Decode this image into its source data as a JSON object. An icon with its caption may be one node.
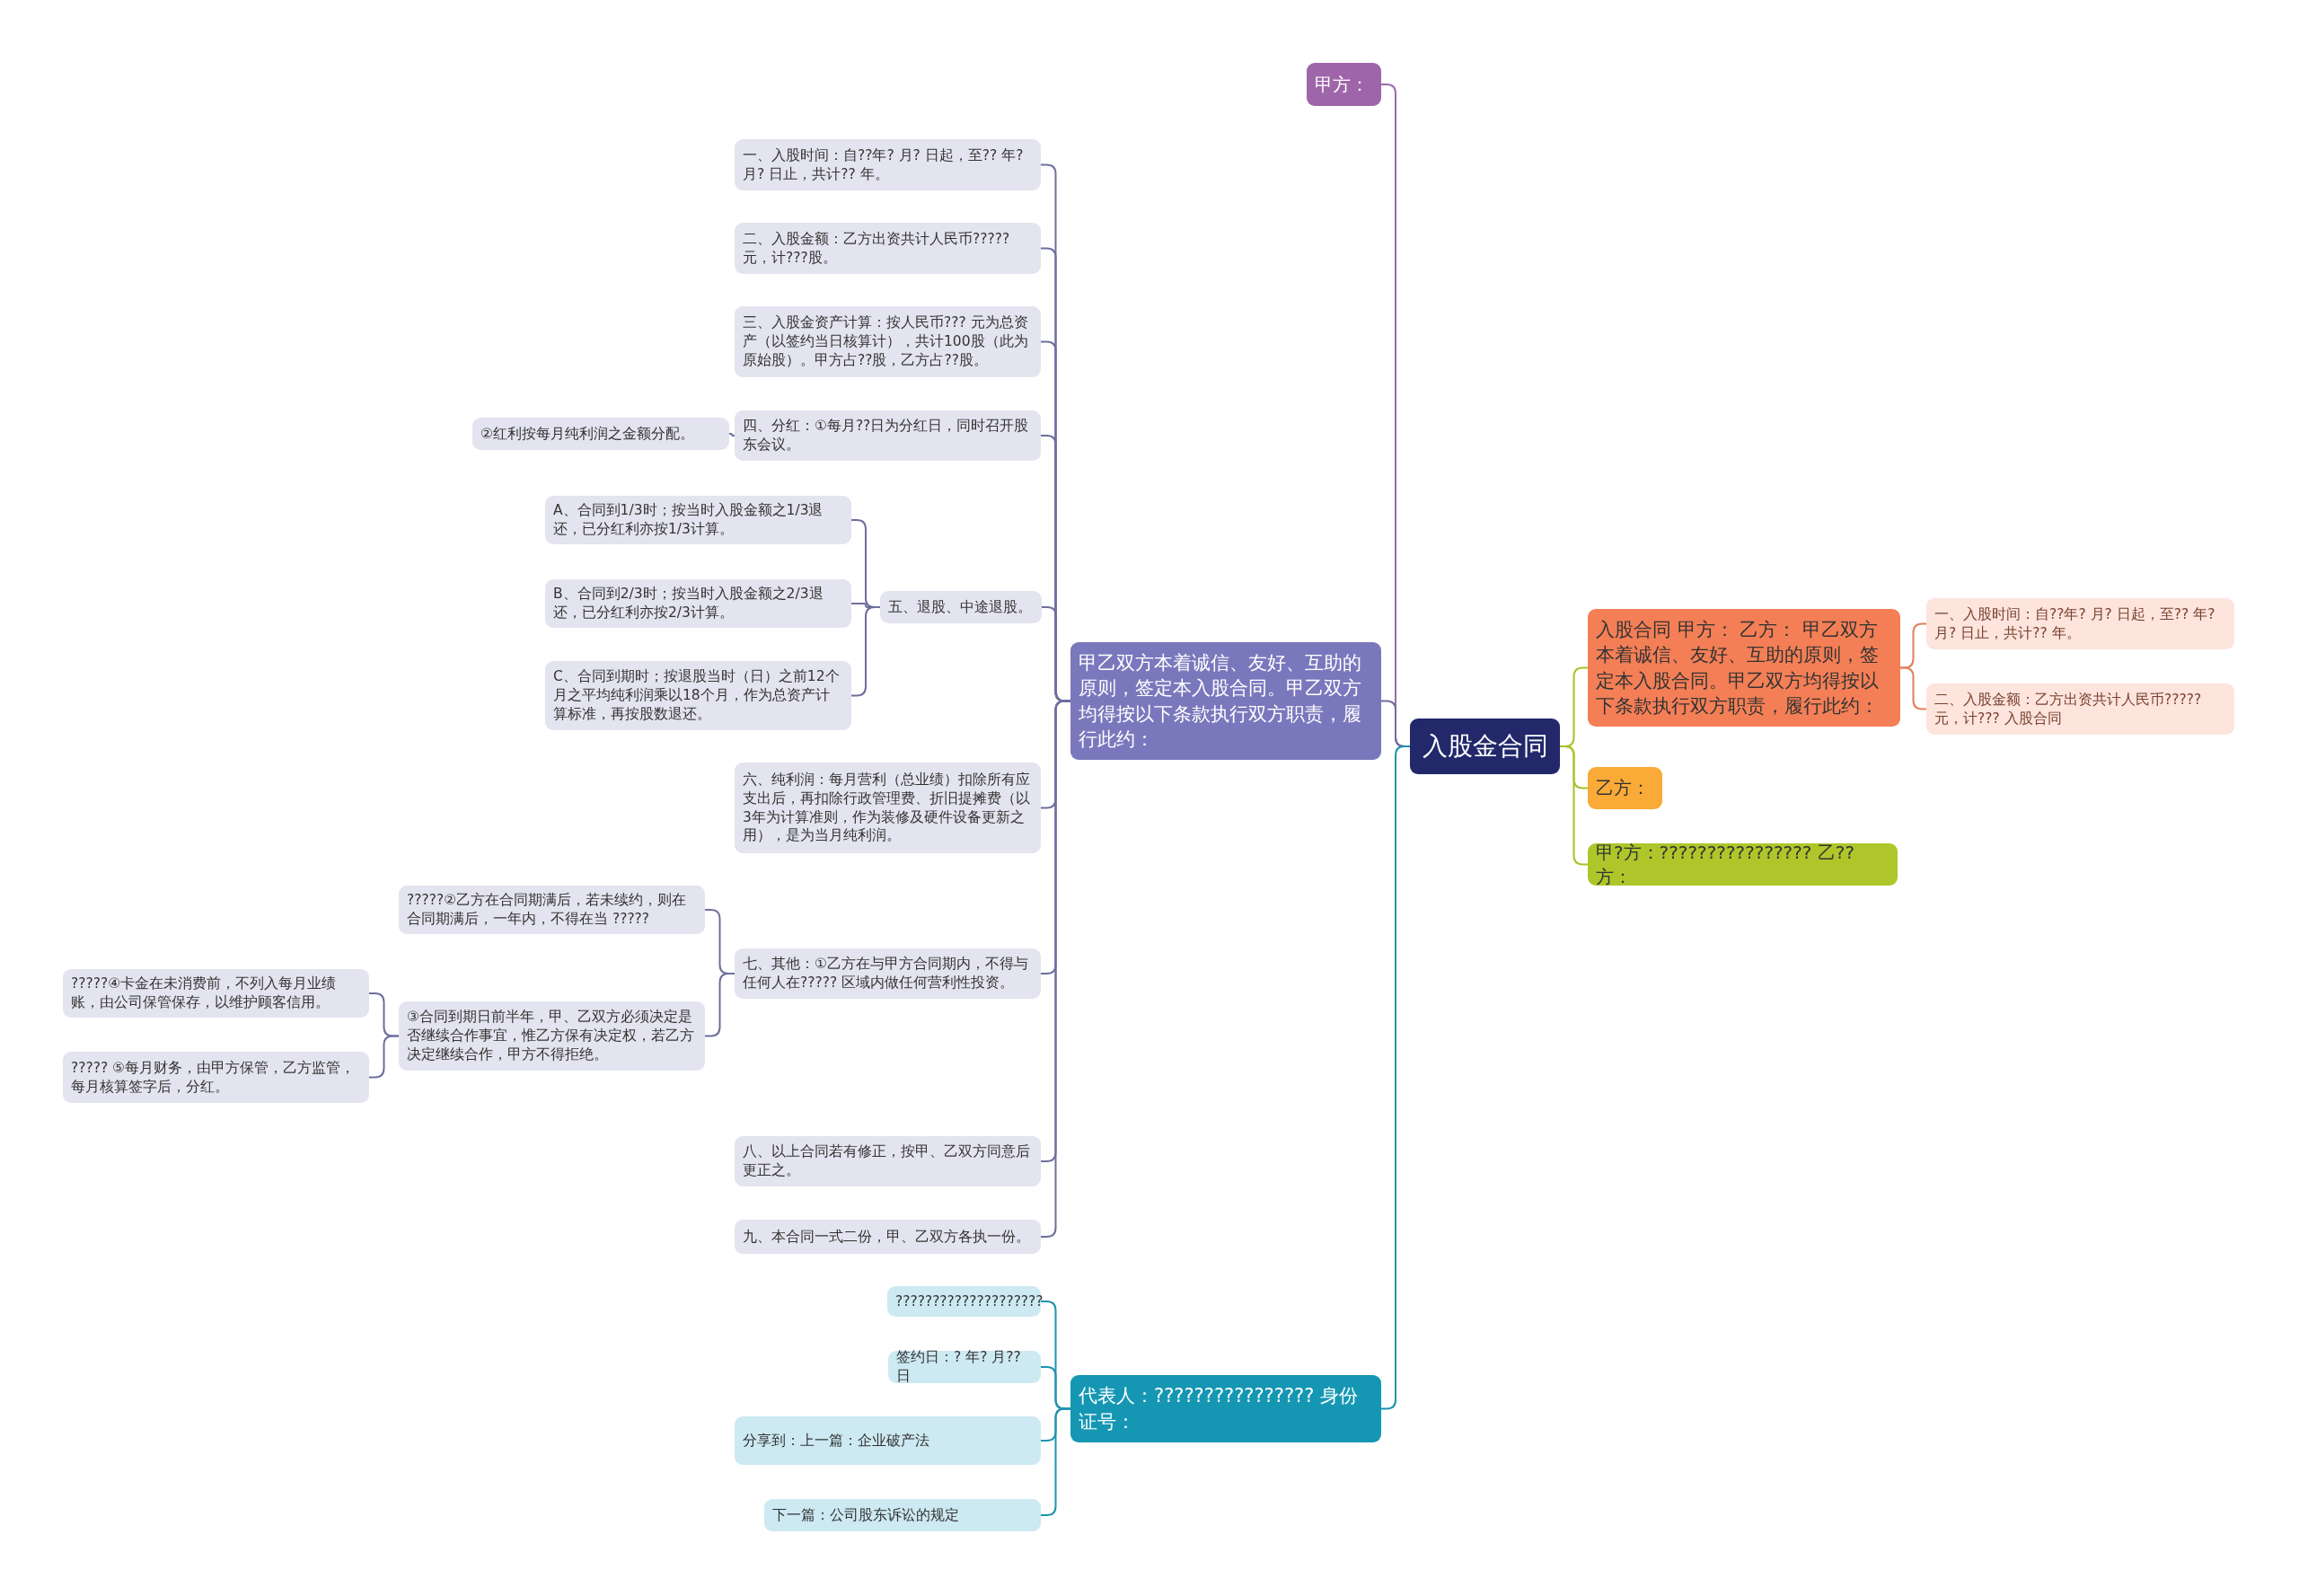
{
  "diagram": {
    "nodes": [
      {
        "text": [
          "入股金合同"
        ]
      },
      {
        "text": [
          "甲方："
        ]
      },
      {
        "text": [
          "甲乙双方本着诚信、友好、互助的原则，签定本入股合同。甲乙双方均得按以下条款执行双方职责，履行此约："
        ]
      },
      {
        "text": [
          "一、入股时间：自??年? 月? 日起，至?? 年? 月? 日止，共计?? 年。"
        ]
      },
      {
        "text": [
          "二、入股金额：乙方出资共计人民币?????元，计???股。"
        ]
      },
      {
        "text": [
          "三、入股金资产计算：按人民币??? 元为总资产（以签约当日核算计），共计100股（此为原始股）。甲方占??股，乙方占??股。"
        ]
      },
      {
        "text": [
          "四、分红：①每月??日为分红日，同时召开股东会议。"
        ]
      },
      {
        "text": [
          "②红利按每月纯利润之金额分配。"
        ]
      },
      {
        "text": [
          "五、退股、中途退股。"
        ]
      },
      {
        "text": [
          "A、合同到1/3时；按当时入股金额之1/3退还，已分红利亦按1/3计算。"
        ]
      },
      {
        "text": [
          "B、合同到2/3时；按当时入股金额之2/3退还，已分红利亦按2/3计算。"
        ]
      },
      {
        "text": [
          "C、合同到期时；按退股当时（日）之前12个月之平均纯利润乘以18个月，作为总资产计算标准，再按股数退还。"
        ]
      },
      {
        "text": [
          "六、纯利润：每月营利（总业绩）扣除所有应支出后，再扣除行政管理费、折旧提摊费（以3年为计算准则，作为装修及硬件设备更新之用），是为当月纯利润。"
        ]
      },
      {
        "text": [
          "七、其他：①乙方在与甲方合同期内，不得与任何人在????? 区域内做任何营利性投资。"
        ]
      },
      {
        "text": [
          "?????②乙方在合同期满后，若未续约，则在合同期满后，一年内，不得在当 ?????"
        ]
      },
      {
        "text": [
          "③合同到期日前半年，甲、乙双方必须决定是否继续合作事宜，惟乙方保有决定权，若乙方决定继续合作，甲方不得拒绝。"
        ]
      },
      {
        "text": [
          "?????④卡金在未消费前，不列入每月业绩账，由公司保管保存，以维护顾客信用。"
        ]
      },
      {
        "text": [
          "????? ⑤每月财务，由甲方保管，乙方监管，每月核算签字后，分红。"
        ]
      },
      {
        "text": [
          "八、以上合同若有修正，按甲、乙双方同意后更正之。"
        ]
      },
      {
        "text": [
          "九、本合同一式二份，甲、乙双方各执一份。"
        ]
      },
      {
        "text": [
          "代表人：???????????????? 身份证号："
        ]
      },
      {
        "text": [
          "????????????????????"
        ]
      },
      {
        "text": [
          "签约日：? 年? 月??日"
        ]
      },
      {
        "text": [
          "分享到：上一篇：企业破产法"
        ]
      },
      {
        "text": [
          "下一篇：公司股东诉讼的规定"
        ]
      },
      {
        "text": [
          "入股合同 甲方： 乙方： 甲乙双方本着诚信、友好、互助的原则，签定本入股合同。甲乙双方均得按以下条款执行双方职责，履行此约："
        ]
      },
      {
        "text": [
          "一、入股时间：自??年? 月? 日起，至?? 年? 月? 日止，共计?? 年。"
        ]
      },
      {
        "text": [
          "二、入股金额：乙方出资共计人民币?????元，计??? 入股合同"
        ]
      },
      {
        "text": [
          "乙方："
        ]
      },
      {
        "text": [
          "甲?方：???????????????? 乙??方："
        ]
      }
    ],
    "edges": [
      {
        "from": 0,
        "to": 1,
        "arrow": "none",
        "color": "#9b6aa8"
      },
      {
        "from": 0,
        "to": 2,
        "arrow": "none"
      },
      {
        "from": 2,
        "to": 3,
        "arrow": "none"
      },
      {
        "from": 2,
        "to": 4,
        "arrow": "none"
      },
      {
        "from": 2,
        "to": 5,
        "arrow": "none"
      },
      {
        "from": 2,
        "to": 6,
        "arrow": "none"
      },
      {
        "from": 6,
        "to": 7,
        "arrow": "none"
      },
      {
        "from": 2,
        "to": 8,
        "arrow": "none"
      },
      {
        "from": 8,
        "to": 9,
        "arrow": "none"
      },
      {
        "from": 8,
        "to": 10,
        "arrow": "none"
      },
      {
        "from": 8,
        "to": 11,
        "arrow": "none"
      },
      {
        "from": 2,
        "to": 12,
        "arrow": "none"
      },
      {
        "from": 2,
        "to": 13,
        "arrow": "none"
      },
      {
        "from": 13,
        "to": 14,
        "arrow": "none"
      },
      {
        "from": 13,
        "to": 15,
        "arrow": "none"
      },
      {
        "from": 15,
        "to": 16,
        "arrow": "none"
      },
      {
        "from": 15,
        "to": 17,
        "arrow": "none"
      },
      {
        "from": 2,
        "to": 18,
        "arrow": "none"
      },
      {
        "from": 2,
        "to": 19,
        "arrow": "none"
      },
      {
        "from": 0,
        "to": 20,
        "arrow": "none",
        "color": "#1d93ad"
      },
      {
        "from": 20,
        "to": 21,
        "arrow": "none",
        "color": "#1d93ad"
      },
      {
        "from": 20,
        "to": 22,
        "arrow": "none",
        "color": "#1d93ad"
      },
      {
        "from": 20,
        "to": 23,
        "arrow": "none",
        "color": "#1d93ad"
      },
      {
        "from": 20,
        "to": 24,
        "arrow": "none",
        "color": "#1d93ad"
      },
      {
        "from": 0,
        "to": 25,
        "arrow": "none",
        "color": "#a8c22a"
      },
      {
        "from": 25,
        "to": 26,
        "arrow": "none",
        "color": "#e0805a"
      },
      {
        "from": 25,
        "to": 27,
        "arrow": "none",
        "color": "#e0805a"
      },
      {
        "from": 0,
        "to": 28,
        "arrow": "none",
        "color": "#a8c22a"
      },
      {
        "from": 0,
        "to": 29,
        "arrow": "none",
        "color": "#a8c22a"
      }
    ]
  }
}
